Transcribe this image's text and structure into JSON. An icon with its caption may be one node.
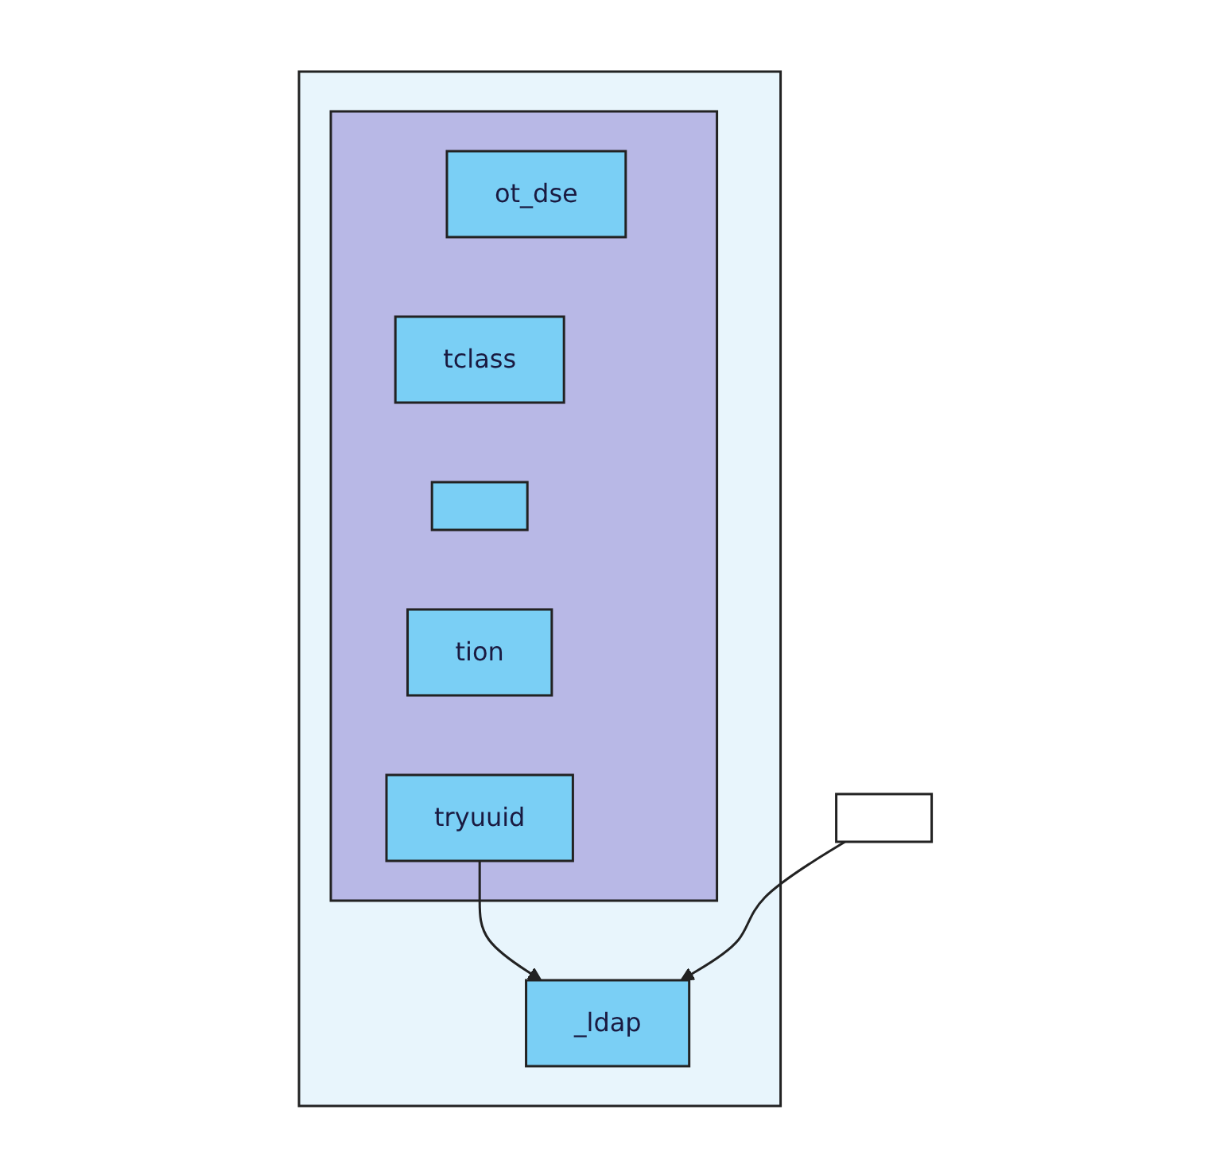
{
  "diagram": {
    "nodes": [
      {
        "text": [],
        "shape": "box"
      },
      {
        "text": [],
        "shape": "box",
        "in": 0
      },
      {
        "text": [
          "ot_dse"
        ],
        "in": 1
      },
      {
        "text": [
          "tclass"
        ],
        "in": 1
      },
      {
        "text": [],
        "shape": "box",
        "in": 1
      },
      {
        "text": [
          "tion"
        ],
        "in": 1
      },
      {
        "text": [
          "tryuuid"
        ],
        "in": 1
      },
      {
        "text": [
          "_ldap"
        ],
        "in": 0
      },
      {
        "text": [],
        "shape": "box"
      }
    ],
    "edges": [
      {
        "from": 6,
        "to": 7,
        "arrow": "to"
      },
      {
        "from": 8,
        "to": 7,
        "arrow": "to"
      }
    ]
  }
}
